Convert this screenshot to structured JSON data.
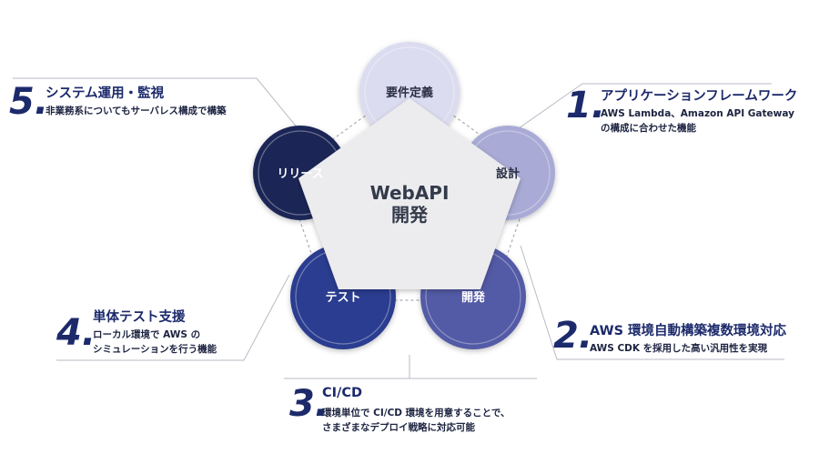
{
  "center": {
    "line1": "WebAPI",
    "line2": "開発"
  },
  "phases": [
    {
      "label": "要件定義",
      "color": "#dcdcf0",
      "text_color": "#2a2f45"
    },
    {
      "label": "設計",
      "color": "#a9abd6",
      "text_color": "#2a2f45"
    },
    {
      "label": "開発",
      "color": "#525aa6",
      "text_color": "#ffffff"
    },
    {
      "label": "テスト",
      "color": "#293c90",
      "text_color": "#ffffff"
    },
    {
      "label": "リリース",
      "color": "#1c2657",
      "text_color": "#ffffff"
    }
  ],
  "notes": [
    {
      "number": "1.",
      "title": "アプリケーションフレームワーク",
      "desc": [
        "AWS Lambda、Amazon API Gateway",
        "の構成に合わせた機能"
      ]
    },
    {
      "number": "2.",
      "title": "AWS 環境自動構築複数環境対応",
      "desc": [
        "AWS CDK を採用した高い汎用性を実現"
      ]
    },
    {
      "number": "3.",
      "title": "CI/CD",
      "desc": [
        "環境単位で CI/CD 環境を用意することで、",
        "さまざまなデプロイ戦略に対応可能"
      ]
    },
    {
      "number": "4.",
      "title": "単体テスト支援",
      "desc": [
        "ローカル環境で AWS の",
        "シミュレーションを行う機能"
      ]
    },
    {
      "number": "5.",
      "title": "システム運用・監視",
      "desc": [
        "非業務系についてもサーバレス構成で構築"
      ]
    }
  ]
}
